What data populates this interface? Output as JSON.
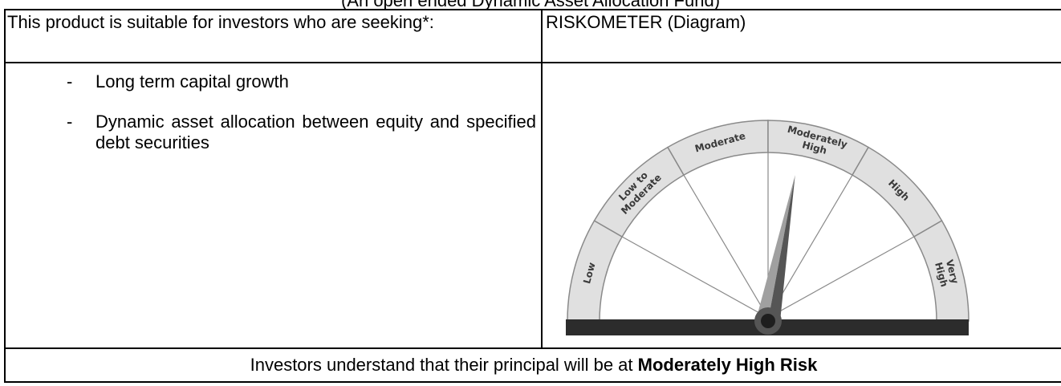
{
  "caption": "(An open ended Dynamic Asset Allocation Fund)",
  "table": {
    "header_left": "This product is suitable for investors who are seeking*:",
    "header_right": "RISKOMETER (Diagram)",
    "bullets": [
      {
        "dash": "-",
        "text": "Long term capital growth"
      },
      {
        "dash": "-",
        "text": "Dynamic asset allocation between equity and specified debt securities"
      }
    ],
    "footer_prefix": "Investors understand that their principal will be at ",
    "footer_bold": "Moderately High Risk"
  },
  "riskometer": {
    "segments": [
      {
        "label": "Low"
      },
      {
        "label": "Low to Moderate"
      },
      {
        "label": "Moderate"
      },
      {
        "label": "Moderately High"
      },
      {
        "label": "High"
      },
      {
        "label": "Very High"
      }
    ],
    "indicated_level": "Moderately High",
    "colors": {
      "band": "#e0e0e0",
      "band_stroke": "#8a8a8a",
      "base_bar": "#2c2c2c",
      "needle_light": "#a0a0a0",
      "needle_dark": "#555555",
      "label_text": "#3a3a3a"
    }
  }
}
